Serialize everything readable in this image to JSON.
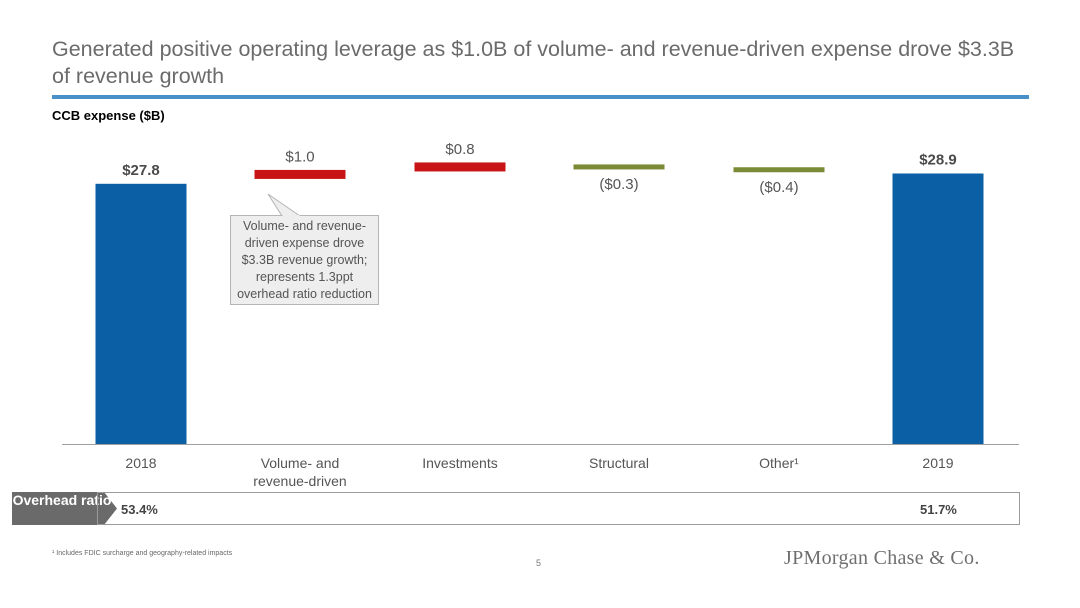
{
  "header": {
    "title": "Generated positive operating leverage as $1.0B of volume- and revenue-driven expense drove $3.3B of revenue growth",
    "chart_subtitle": "CCB expense ($B)"
  },
  "chart_data": {
    "type": "waterfall",
    "title": "CCB expense ($B)",
    "categories": [
      "2018",
      "Volume- and revenue-driven",
      "Investments",
      "Structural",
      "Other¹",
      "2019"
    ],
    "values": [
      27.8,
      1.0,
      0.8,
      -0.3,
      -0.4,
      28.9
    ],
    "kinds": [
      "total",
      "delta",
      "delta",
      "delta",
      "delta",
      "total"
    ],
    "data_labels": [
      "$27.8",
      "$1.0",
      "$0.8",
      "($0.3)",
      "($0.4)",
      "$28.9"
    ],
    "colors": {
      "total": "#0b5fa5",
      "increase": "#c81414",
      "decrease": "#7b8a34"
    }
  },
  "callout": {
    "text": "Volume- and revenue-driven expense drove $3.3B revenue growth; represents 1.3ppt overhead ratio reduction"
  },
  "overhead_ratio": {
    "label": "Overhead ratio",
    "value_2018": "53.4%",
    "value_2019": "51.7%"
  },
  "footer": {
    "footnote": "¹ Includes FDIC surcharge and geography-related impacts",
    "page_number": "5",
    "logo_text": "JPMorgan Chase & Co."
  }
}
